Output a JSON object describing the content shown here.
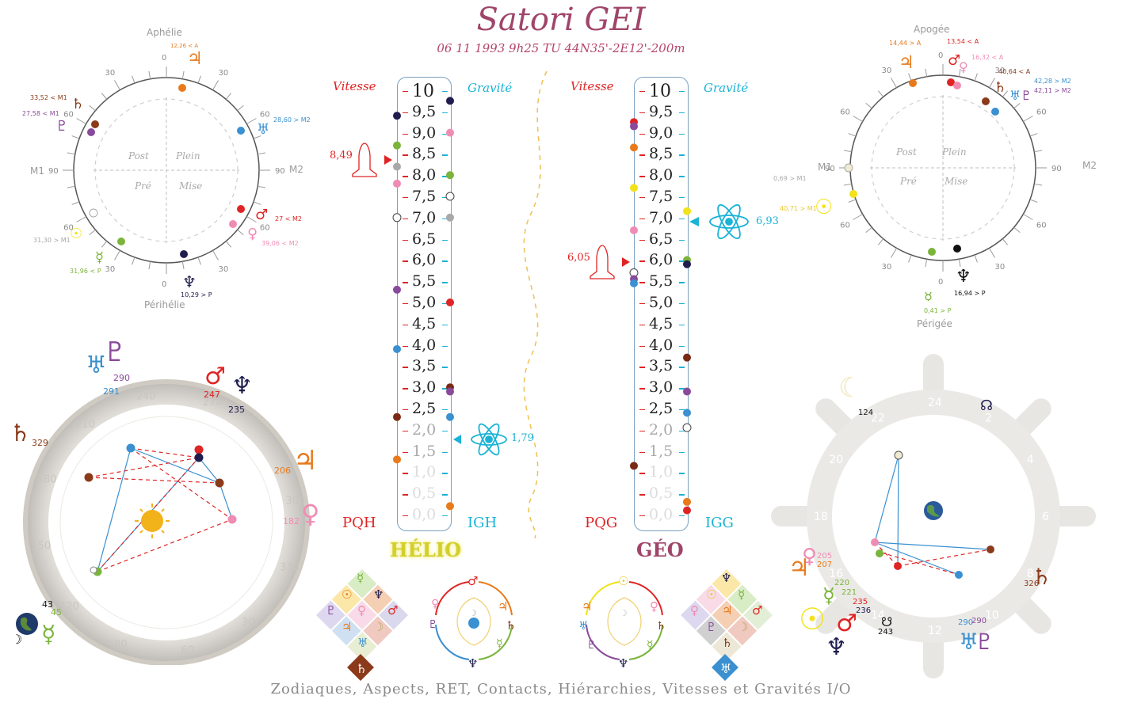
{
  "header": {
    "title": "Satori GEI",
    "subtitle": "06 11 1993 9h25 TU 44N35'-2E12'-200m",
    "footer": "Zodiaques, Aspects, RET, Contacts, Hiérarchies, Vitesses et Gravités I/O"
  },
  "gauges": {
    "scale": [
      "10",
      "9,5",
      "9,0",
      "8,5",
      "8,0",
      "7,5",
      "7,0",
      "6,5",
      "6,0",
      "5,5",
      "5,0",
      "4,5",
      "4,0",
      "3,5",
      "3,0",
      "2,5",
      "2,0",
      "1,5",
      "1,0",
      "0,5",
      "0,0"
    ],
    "vitesse_label": "Vitesse",
    "gravite_label": "Gravité",
    "helio": {
      "section_label": "HÉLIO",
      "left_code": "PQH",
      "right_code": "IGH",
      "shuttle_value": "8,49",
      "atom_value": "1,79",
      "left_dots": [
        {
          "value": 9.4,
          "color": "#1f1d4e"
        },
        {
          "value": 8.7,
          "color": "#7ab43a"
        },
        {
          "value": 8.2,
          "color": "#a8a8a8"
        },
        {
          "value": 7.8,
          "color": "#f08cb4"
        },
        {
          "value": 7.0,
          "color": "#ffffff"
        },
        {
          "value": 5.3,
          "color": "#8a4a9a"
        },
        {
          "value": 3.9,
          "color": "#3a90d0"
        },
        {
          "value": 2.3,
          "color": "#7a2a14"
        },
        {
          "value": 1.3,
          "color": "#e87a1c"
        }
      ],
      "right_dots": [
        {
          "value": 9.75,
          "color": "#1f1d4e"
        },
        {
          "value": 9.0,
          "color": "#f08cb4"
        },
        {
          "value": 8.0,
          "color": "#7ab43a"
        },
        {
          "value": 7.5,
          "color": "#ffffff"
        },
        {
          "value": 7.0,
          "color": "#a8a8a8"
        },
        {
          "value": 5.0,
          "color": "#e02424"
        },
        {
          "value": 3.0,
          "color": "#7a2a14"
        },
        {
          "value": 2.9,
          "color": "#8a4a9a"
        },
        {
          "value": 2.3,
          "color": "#3a90d0"
        },
        {
          "value": 0.2,
          "color": "#e87a1c"
        }
      ]
    },
    "geo": {
      "section_label": "GÉO",
      "left_code": "PQG",
      "right_code": "IGG",
      "shuttle_value": "6,05",
      "atom_value": "6,93",
      "left_dots": [
        {
          "value": 9.25,
          "color": "#e02424"
        },
        {
          "value": 9.15,
          "color": "#8a4a9a"
        },
        {
          "value": 8.65,
          "color": "#e87a1c"
        },
        {
          "value": 7.7,
          "color": "#f2e21a"
        },
        {
          "value": 6.7,
          "color": "#f08cb4"
        },
        {
          "value": 5.7,
          "color": "#ffffff"
        },
        {
          "value": 5.55,
          "color": "#8a4a9a"
        },
        {
          "value": 5.45,
          "color": "#3a90d0"
        },
        {
          "value": 1.15,
          "color": "#7a2a14"
        }
      ],
      "right_dots": [
        {
          "value": 7.15,
          "color": "#f2e21a"
        },
        {
          "value": 6.0,
          "color": "#7ab43a"
        },
        {
          "value": 5.9,
          "color": "#1f1d4e"
        },
        {
          "value": 3.7,
          "color": "#7a2a14"
        },
        {
          "value": 2.9,
          "color": "#8a4a9a"
        },
        {
          "value": 2.4,
          "color": "#3a90d0"
        },
        {
          "value": 2.05,
          "color": "#ffffff"
        },
        {
          "value": 0.3,
          "color": "#e87a1c"
        },
        {
          "value": 0.1,
          "color": "#e02424"
        }
      ]
    }
  },
  "helio_dial": {
    "top_label": "Aphélie",
    "bottom_label": "Périhélie",
    "left_label": "M1",
    "right_label": "M2",
    "quadrants": [
      "Post",
      "Plein",
      "Pré",
      "Mise"
    ],
    "degree_ticks": [
      "0",
      "30",
      "60",
      "90",
      "60",
      "30",
      "0",
      "30",
      "60",
      "90",
      "60",
      "30"
    ],
    "annotations": [
      "12,26 < A",
      "33,52 < M1",
      "27,58 < M1",
      "28,60 > M2",
      "27 < M2",
      "39,06 < M2",
      "31,30 > M1",
      "31,96 < P",
      "10,29 > P"
    ]
  },
  "geo_dial": {
    "top_label": "Apogée",
    "bottom_label": "Périgée",
    "left_label": "M1",
    "right_label": "M2",
    "quadrants": [
      "Post",
      "Plein",
      "Pré",
      "Mise"
    ],
    "annotations": [
      "14,44 > A",
      "13,54 < A",
      "16,32 < A",
      "40,64 < A",
      "42,28 > M2",
      "42,11 > M2",
      "0,69 > M1",
      "40,71 > M1",
      "0,41 > P",
      "16,94 > P"
    ]
  },
  "zodiac_wheel": {
    "ring_numbers": [
      "270",
      "240",
      "210",
      "180",
      "150",
      "120",
      "90",
      "60",
      "30",
      "330",
      "300"
    ],
    "planet_degrees": [
      "290",
      "291",
      "247",
      "235",
      "329",
      "206",
      "182",
      "43",
      "45"
    ]
  },
  "ship_wheel": {
    "ring_numbers": [
      "2",
      "4",
      "6",
      "8",
      "10",
      "12",
      "14",
      "16",
      "18",
      "20",
      "22",
      "24"
    ],
    "planet_degrees": [
      "124",
      "326",
      "205",
      "207",
      "220",
      "221",
      "235",
      "236",
      "243",
      "290",
      "290"
    ]
  },
  "colors": {
    "title": "#a0456a",
    "red": "#e02424",
    "cyan": "#1ab2d6",
    "gauge_border": "#7aa0c0",
    "saturn": "#8b3a1a",
    "jupiter": "#e87a1c",
    "venus": "#f08cb4",
    "mercury": "#7ab43a",
    "mars": "#e02424",
    "neptune": "#1f1d4e",
    "uranus": "#3a90d0",
    "pluto": "#8a4a9a",
    "sun": "#f2e21a"
  }
}
